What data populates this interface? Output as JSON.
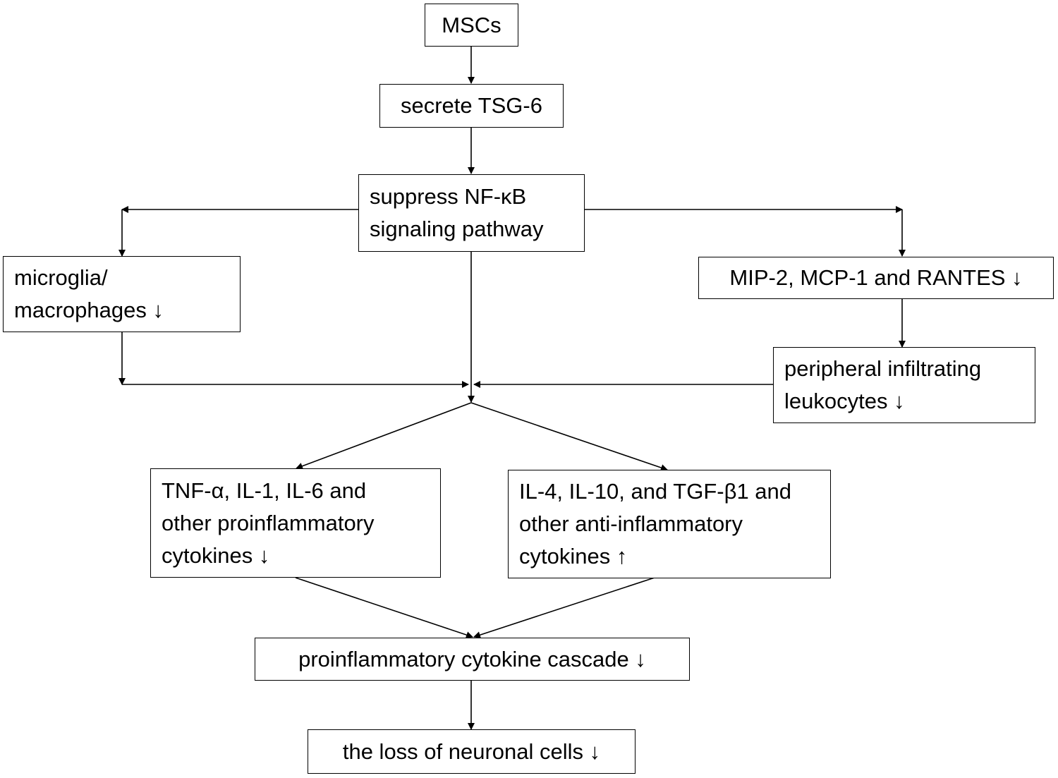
{
  "diagram": {
    "nodes": {
      "mscs": {
        "lines": [
          "MSCs"
        ]
      },
      "tsg6": {
        "lines": [
          "secrete TSG-6"
        ]
      },
      "nfkb": {
        "lines": [
          "suppress NF-κB",
          "signaling pathway"
        ]
      },
      "microglia": {
        "lines": [
          "microglia/",
          "macrophages ↓"
        ]
      },
      "chemokines": {
        "lines": [
          "MIP-2, MCP-1 and RANTES ↓"
        ]
      },
      "leukocytes": {
        "lines": [
          "peripheral infiltrating",
          "leukocytes ↓"
        ]
      },
      "proinflammatory": {
        "lines": [
          "TNF-α, IL-1, IL-6 and",
          "other proinflammatory",
          "cytokines ↓"
        ]
      },
      "antiinflammatory": {
        "lines": [
          "IL-4, IL-10, and TGF-β1 and",
          "other anti-inflammatory",
          "cytokines ↑"
        ]
      },
      "cascade": {
        "lines": [
          "proinflammatory cytokine cascade ↓"
        ]
      },
      "neuronal": {
        "lines": [
          "the loss of neuronal cells ↓"
        ]
      }
    }
  }
}
